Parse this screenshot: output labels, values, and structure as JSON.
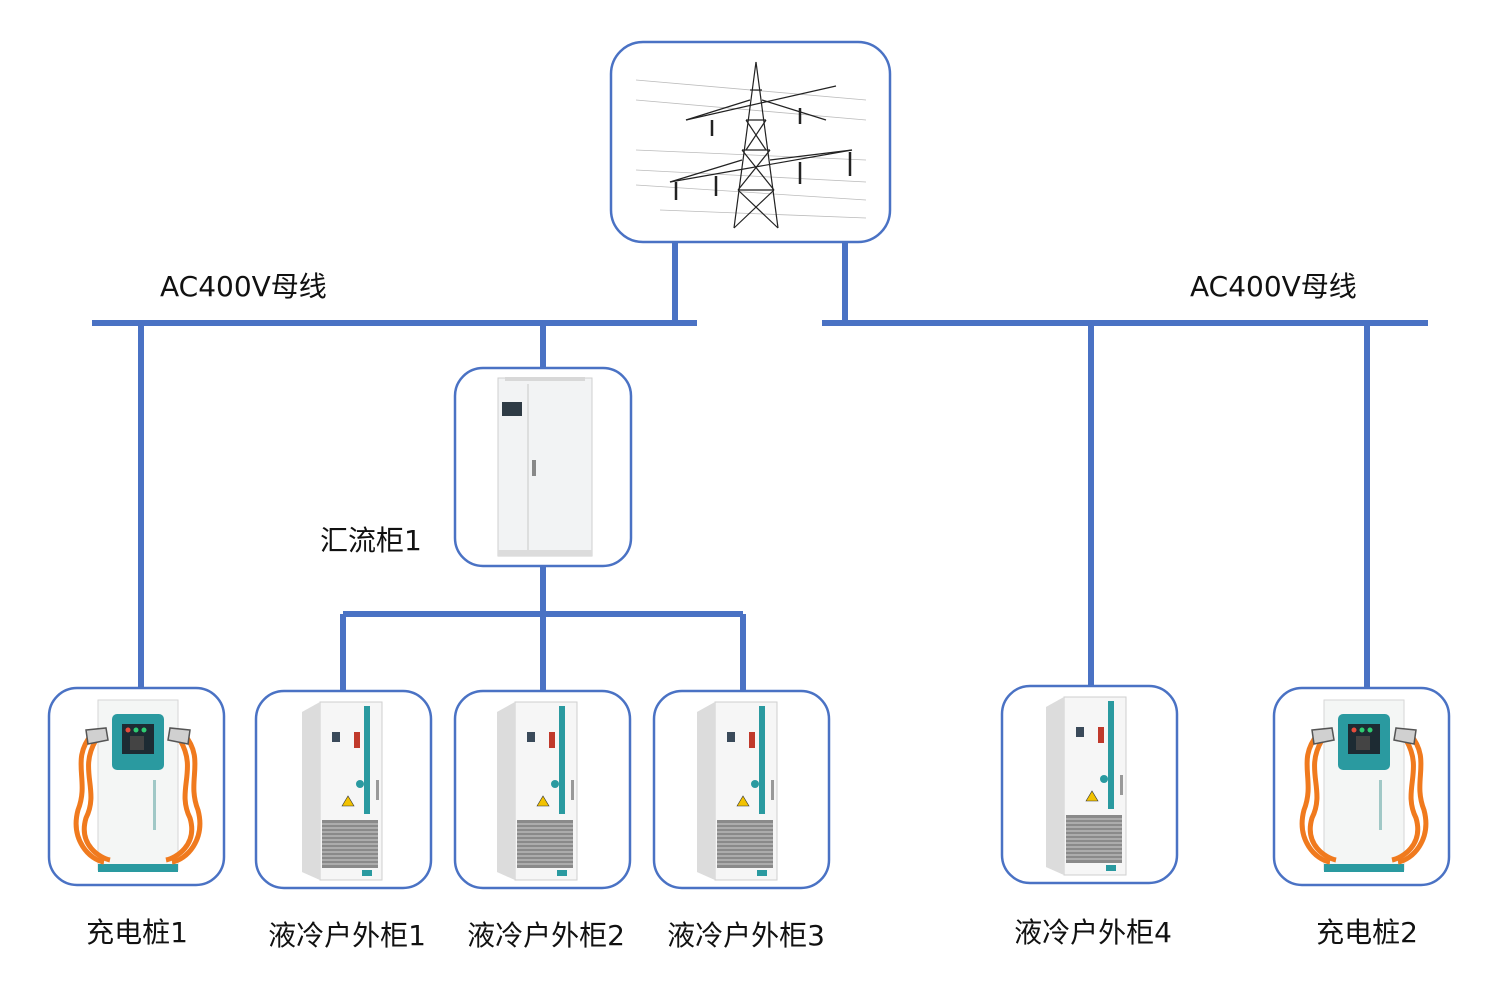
{
  "colors": {
    "line": "#4a72c4",
    "box_border": "#4a72c4",
    "cabinet_body": "#f2f3f4",
    "teal": "#2a9aa0",
    "orange": "#f07a1e",
    "text": "#111111"
  },
  "labels": {
    "bus_left": "AC400V母线",
    "bus_right": "AC400V母线",
    "combiner": "汇流柜1",
    "charger1": "充电桩1",
    "cabinet1": "液冷户外柜1",
    "cabinet2": "液冷户外柜2",
    "cabinet3": "液冷户外柜3",
    "cabinet4": "液冷户外柜4",
    "charger2": "充电桩2"
  },
  "icons": {
    "grid": "power-tower-icon",
    "combiner": "combiner-cabinet-icon",
    "cabinet": "liquid-cooled-cabinet-icon",
    "charger": "ev-charger-icon"
  }
}
